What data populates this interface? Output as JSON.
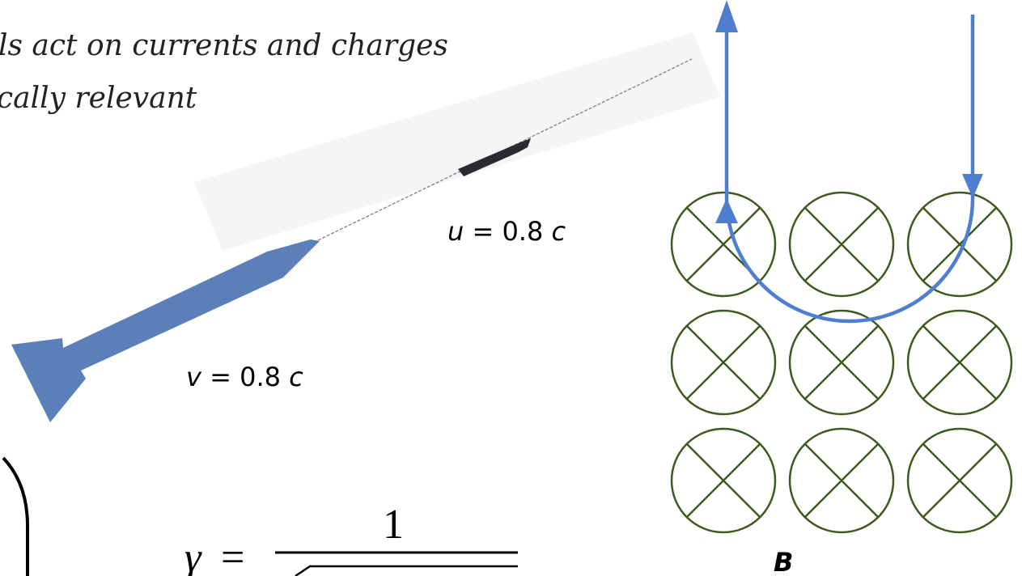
{
  "heading": {
    "line1": "ls act on currents and charges",
    "line2": "cally relevant"
  },
  "labels": {
    "u_var": "u",
    "u_rest": " = 0.8 ",
    "u_c": "c",
    "v_var": "v",
    "v_rest": " = 0.8 ",
    "v_c": "c",
    "field_label": "B"
  },
  "formula": {
    "gamma": "γ",
    "equals": "=",
    "numerator": "1"
  },
  "colors": {
    "rocket": "#5b7fb8",
    "projectile": "#2a2a30",
    "trajectory": "#4f7ed1",
    "field_symbol": "#3d5a1e",
    "field_label": "#3d5a1e",
    "trail": "#888888"
  },
  "field": {
    "symbol": "cross-into-page-icon",
    "rows": 3,
    "cols": 3
  }
}
